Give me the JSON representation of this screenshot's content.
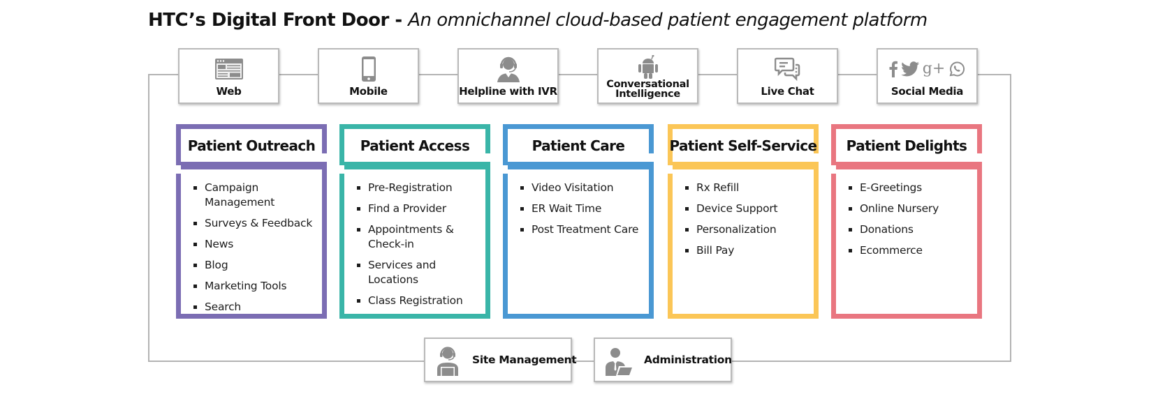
{
  "title": {
    "bold": "HTC’s Digital Front Door - ",
    "italic": "An omnichannel cloud-based patient engagement platform"
  },
  "channels": [
    {
      "label": "Web",
      "icon": "browser-window-icon"
    },
    {
      "label": "Mobile",
      "icon": "smartphone-icon"
    },
    {
      "label": "Helpline with IVR",
      "icon": "headset-agent-icon"
    },
    {
      "label": "Conversational Intelligence",
      "line1": "Conversational",
      "line2": "Intelligence",
      "icon": "robot-icon"
    },
    {
      "label": "Live Chat",
      "icon": "chat-bubbles-icon"
    },
    {
      "label": "Social Media",
      "icon": "social-media-icons"
    }
  ],
  "social_icons": {
    "facebook": "f",
    "googleplus": "g+"
  },
  "categories": [
    {
      "title": "Patient Outreach",
      "color": "#7b6db3",
      "items": [
        "Campaign Management",
        "Surveys & Feedback",
        "News",
        "Blog",
        "Marketing Tools",
        "Search"
      ]
    },
    {
      "title": "Patient Access",
      "color": "#3ab5a8",
      "items": [
        "Pre-Registration",
        "Find a Provider",
        "Appointments & Check-in",
        "Services and Locations",
        "Class Registration"
      ]
    },
    {
      "title": "Patient Care",
      "color": "#4a98d3",
      "items": [
        "Video Visitation",
        "ER Wait Time",
        "Post Treatment Care"
      ]
    },
    {
      "title": "Patient Self-Service",
      "color": "#fbc657",
      "items": [
        "Rx Refill",
        "Device Support",
        "Personalization",
        "Bill Pay"
      ]
    },
    {
      "title": "Patient Delights",
      "color": "#e97680",
      "items": [
        "E-Greetings",
        "Online Nursery",
        "Donations",
        "Ecommerce"
      ]
    }
  ],
  "bottom": [
    {
      "label": "Site Management",
      "icon": "headset-laptop-user-icon"
    },
    {
      "label": "Administration",
      "icon": "businessman-laptop-icon"
    }
  ],
  "colors": {
    "icon_gray": "#8c8c8c",
    "line_gray": "#b3b3b3"
  }
}
